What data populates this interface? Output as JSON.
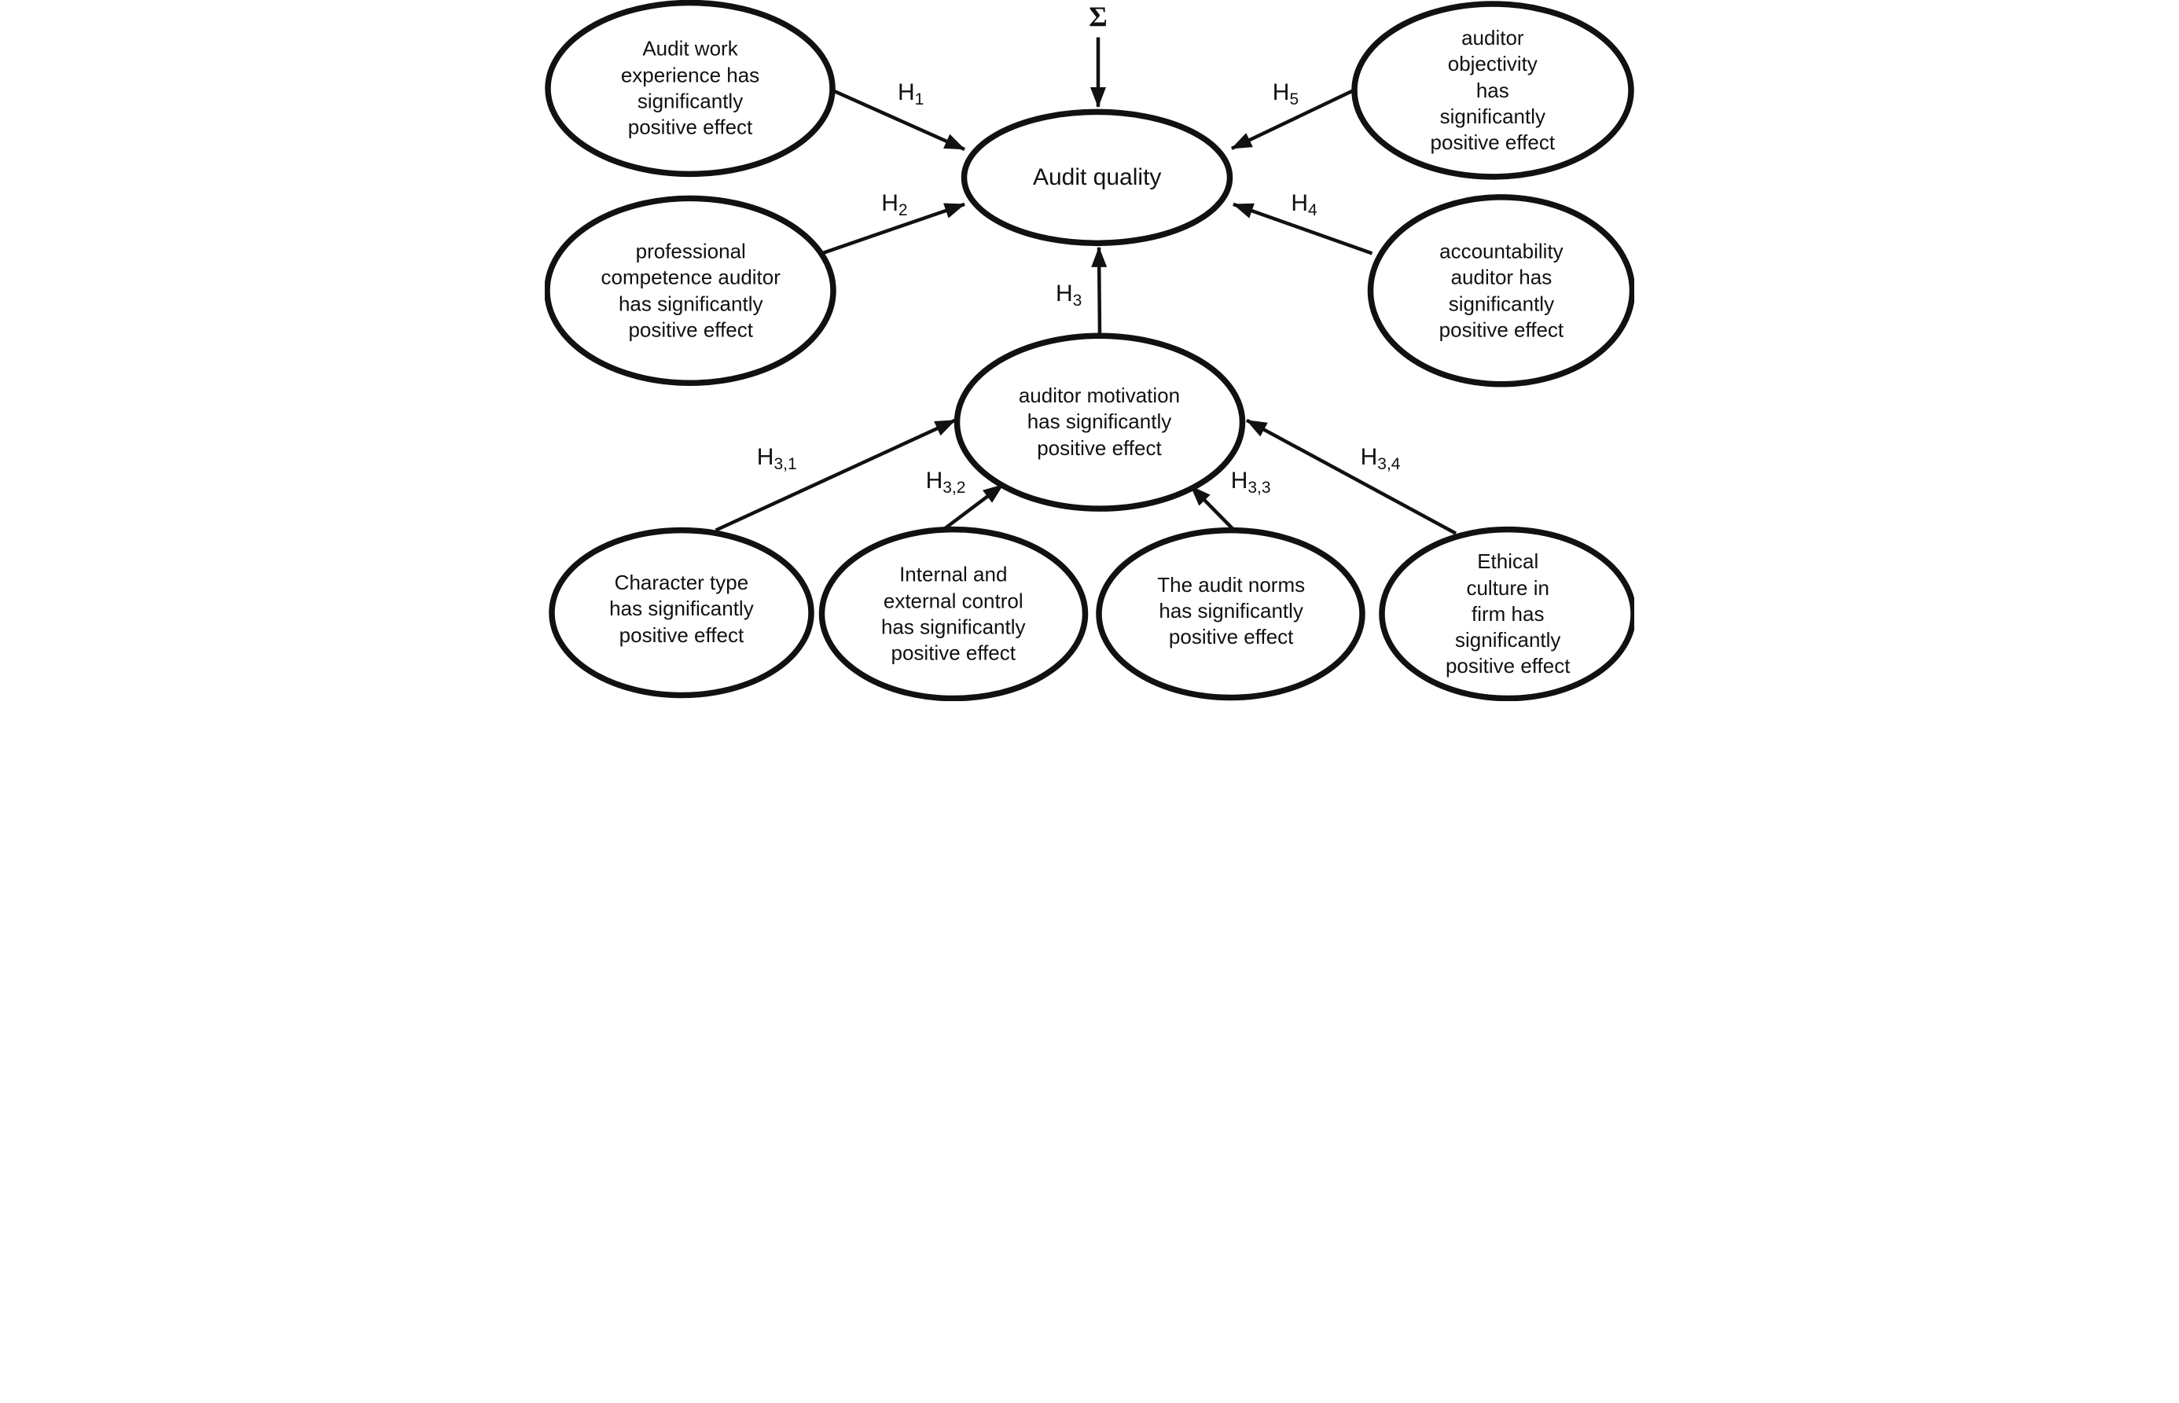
{
  "diagram": {
    "sigma_symbol": "Σ",
    "center_node": {
      "label": "Audit quality"
    },
    "nodes": [
      {
        "id": "audit-work-experience",
        "lines": [
          "Audit work",
          "experience has",
          "significantly",
          "positive effect"
        ]
      },
      {
        "id": "professional-competence",
        "lines": [
          "professional",
          "competence auditor",
          "has significantly",
          "positive effect"
        ]
      },
      {
        "id": "auditor-objectivity",
        "lines": [
          "auditor objectivity",
          "has significantly",
          "positive effect"
        ]
      },
      {
        "id": "accountability-auditor",
        "lines": [
          "accountability",
          "auditor has",
          "significantly",
          "positive effect"
        ]
      },
      {
        "id": "auditor-motivation",
        "lines": [
          "auditor motivation",
          "has significantly",
          "positive effect"
        ]
      },
      {
        "id": "character-type",
        "lines": [
          "Character type",
          "has significantly",
          "positive effect"
        ]
      },
      {
        "id": "internal-external-control",
        "lines": [
          "Internal and",
          "external control",
          "has significantly",
          "positive effect"
        ]
      },
      {
        "id": "audit-norms",
        "lines": [
          "The audit norms",
          "has significantly",
          "positive effect"
        ]
      },
      {
        "id": "ethical-culture",
        "lines": [
          "Ethical culture in",
          "firm has",
          "significantly",
          "positive effect"
        ]
      }
    ],
    "hypotheses": {
      "h1": {
        "main": "H",
        "sub": "1"
      },
      "h2": {
        "main": "H",
        "sub": "2"
      },
      "h3": {
        "main": "H",
        "sub": "3"
      },
      "h4": {
        "main": "H",
        "sub": "4"
      },
      "h5": {
        "main": "H",
        "sub": "5"
      },
      "h31": {
        "main": "H",
        "sub": "3,1"
      },
      "h32": {
        "main": "H",
        "sub": "3,2"
      },
      "h33": {
        "main": "H",
        "sub": "3,3"
      },
      "h34": {
        "main": "H",
        "sub": "3,4"
      }
    },
    "colors": {
      "ink": "#111111",
      "background": "#ffffff"
    }
  }
}
